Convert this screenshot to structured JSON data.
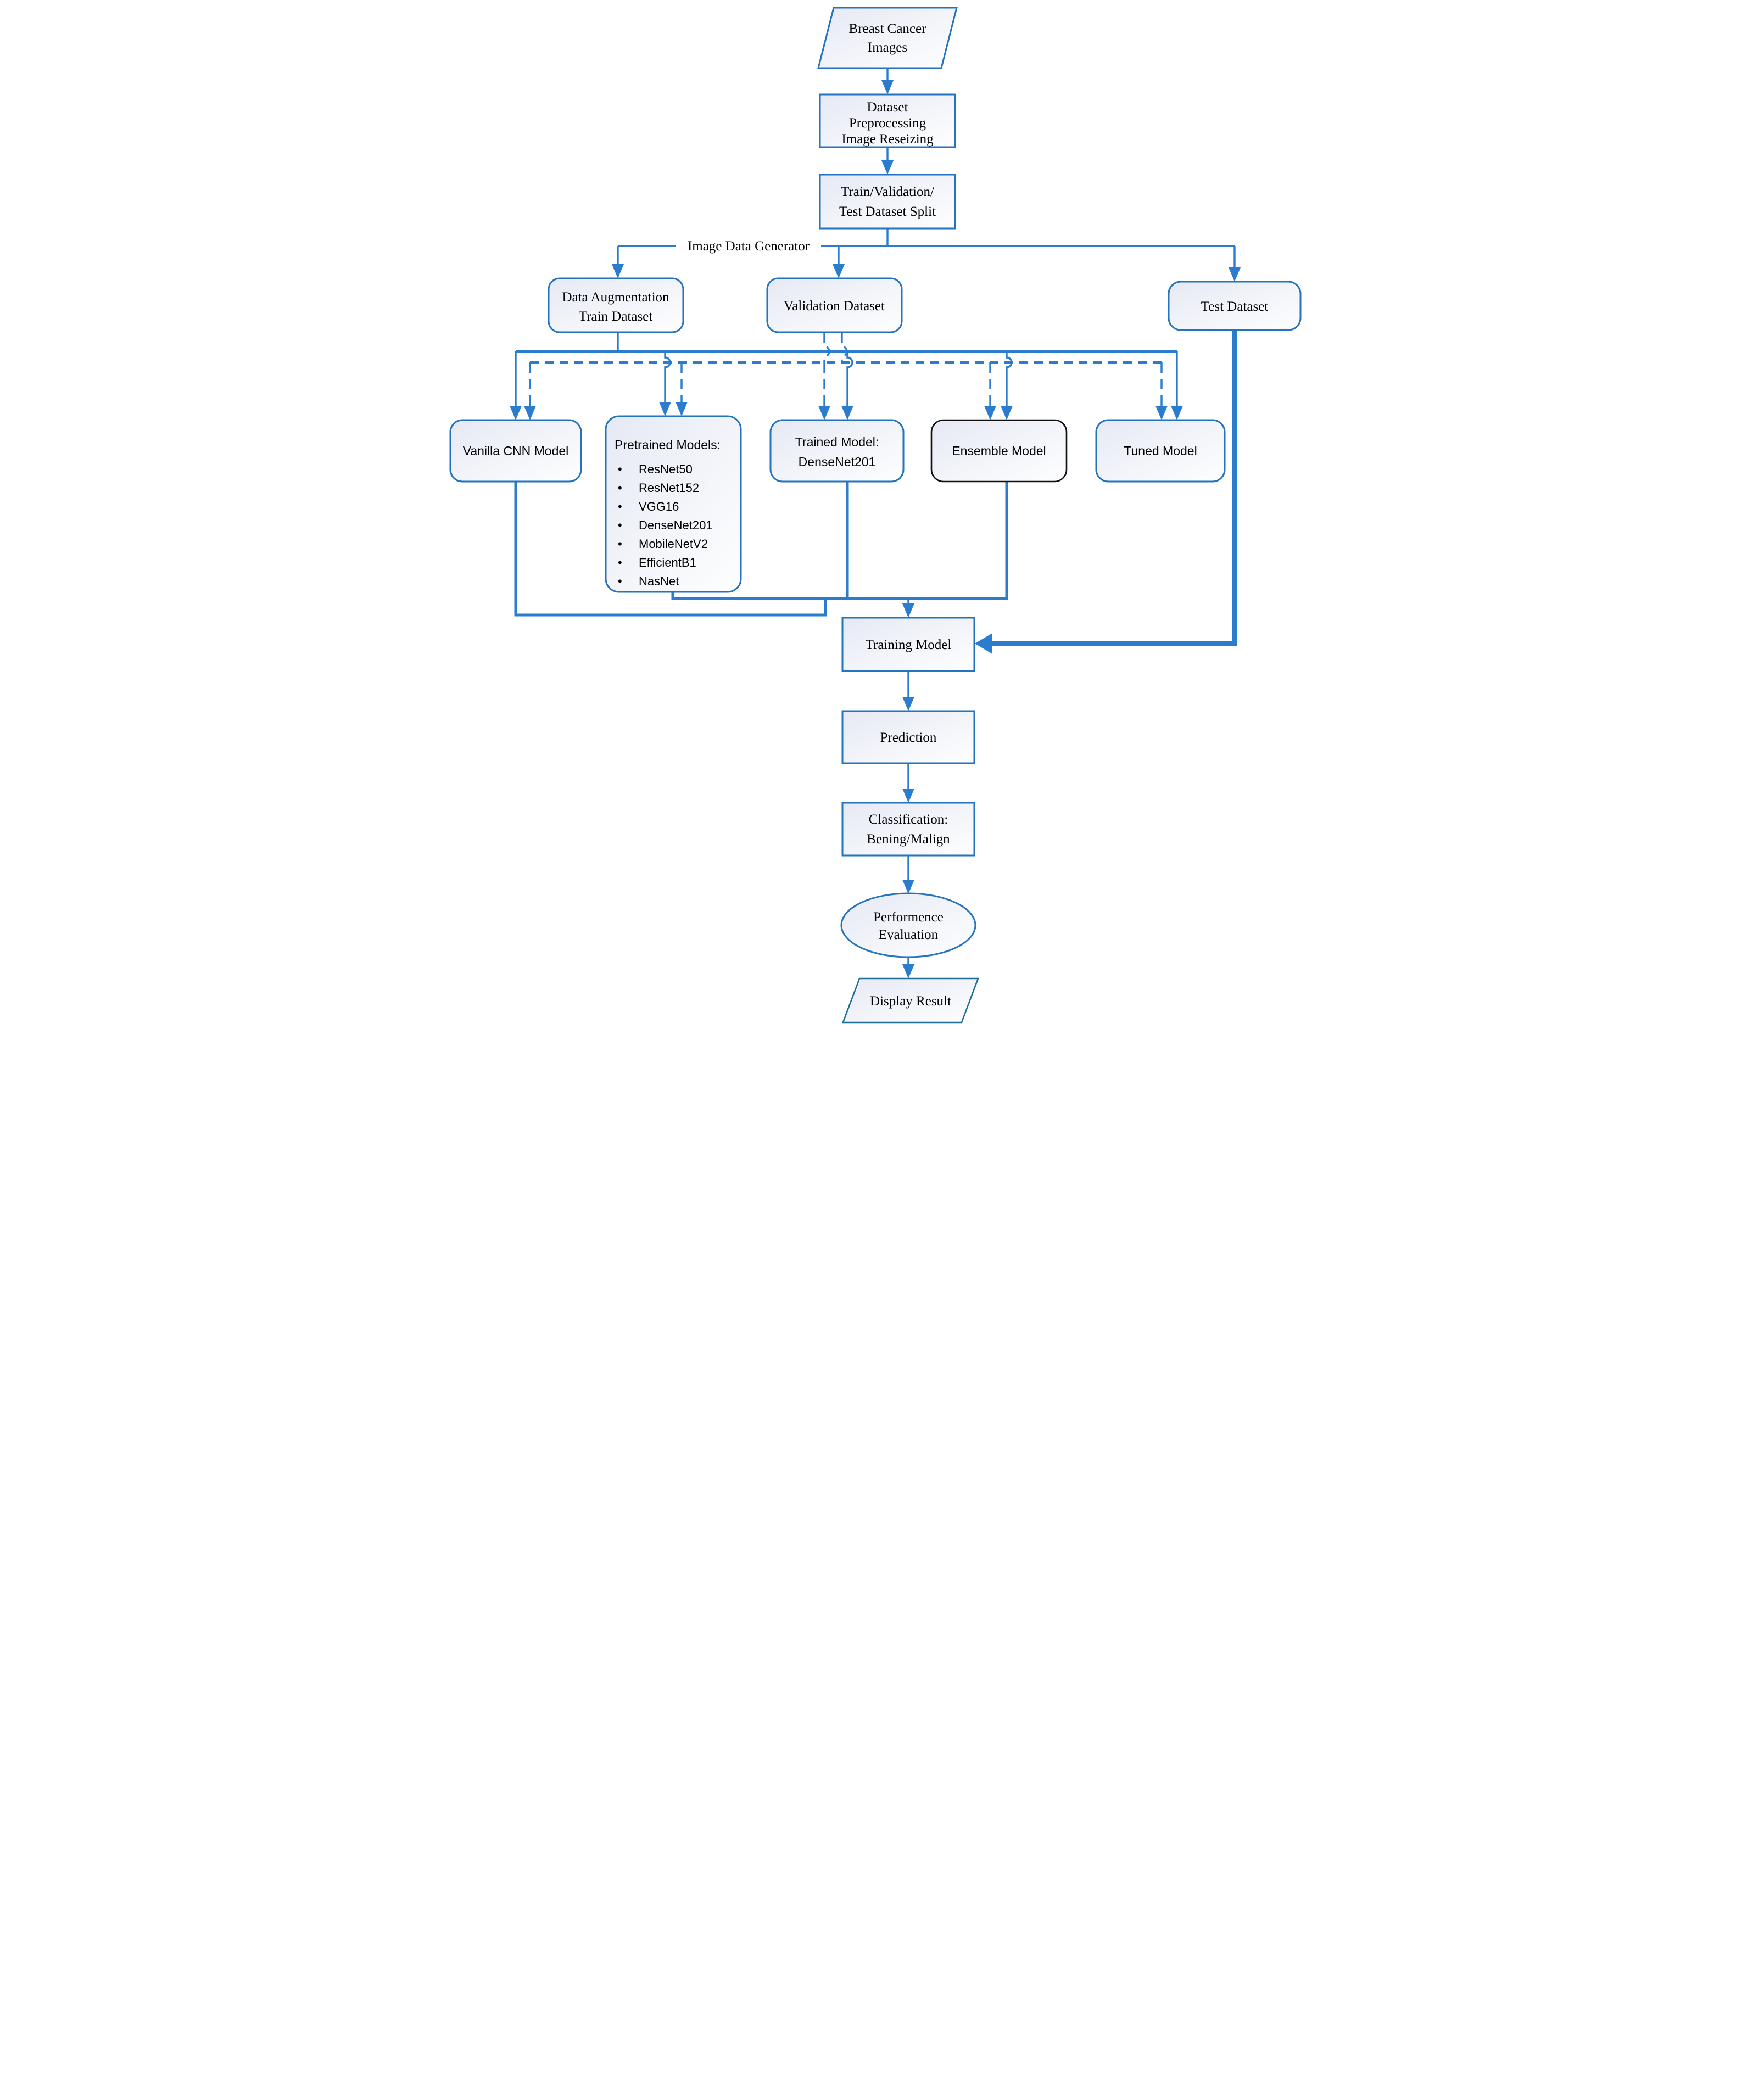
{
  "colors": {
    "node_border": "#2373BE",
    "connector": "#2B7CCE",
    "ensemble_border": "#101010",
    "display_result_border": "#1E6E94",
    "text": "#000000",
    "node_fill_start": "#E6E9F4",
    "node_fill_end": "#FEFEFF"
  },
  "nodes": {
    "breast_cancer_images": {
      "line1": "Breast Cancer",
      "line2": "Images"
    },
    "dataset_preprocessing": {
      "line1": "Dataset",
      "line2": "Preprocessing",
      "line3": "Image Reseizing"
    },
    "train_val_test_split": {
      "line1": "Train/Validation/",
      "line2": "Test Dataset Split"
    },
    "image_data_generator_label": "Image Data Generator",
    "data_augmentation": {
      "line1": "Data Augmentation",
      "line2": "Train Dataset"
    },
    "validation_dataset": {
      "line1": "Validation Dataset"
    },
    "test_dataset": {
      "line1": "Test Dataset"
    },
    "vanilla_cnn": {
      "line1": "Vanilla CNN Model"
    },
    "pretrained_models": {
      "title": "Pretrained Models:",
      "bullet": "•",
      "items": [
        "ResNet50",
        "ResNet152",
        "VGG16",
        "DenseNet201",
        "MobileNetV2",
        "EfficientB1",
        "NasNet"
      ]
    },
    "trained_model": {
      "line1": "Trained Model:",
      "line2": "DenseNet201"
    },
    "ensemble_model": {
      "line1": "Ensemble Model"
    },
    "tuned_model": {
      "line1": "Tuned Model"
    },
    "training_model": {
      "line1": "Training Model"
    },
    "prediction": {
      "line1": "Prediction"
    },
    "classification": {
      "line1": "Classification:",
      "line2": "Bening/Malign"
    },
    "performance_evaluation": {
      "line1": "Performence",
      "line2": "Evaluation"
    },
    "display_result": {
      "line1": "Display Result"
    }
  }
}
